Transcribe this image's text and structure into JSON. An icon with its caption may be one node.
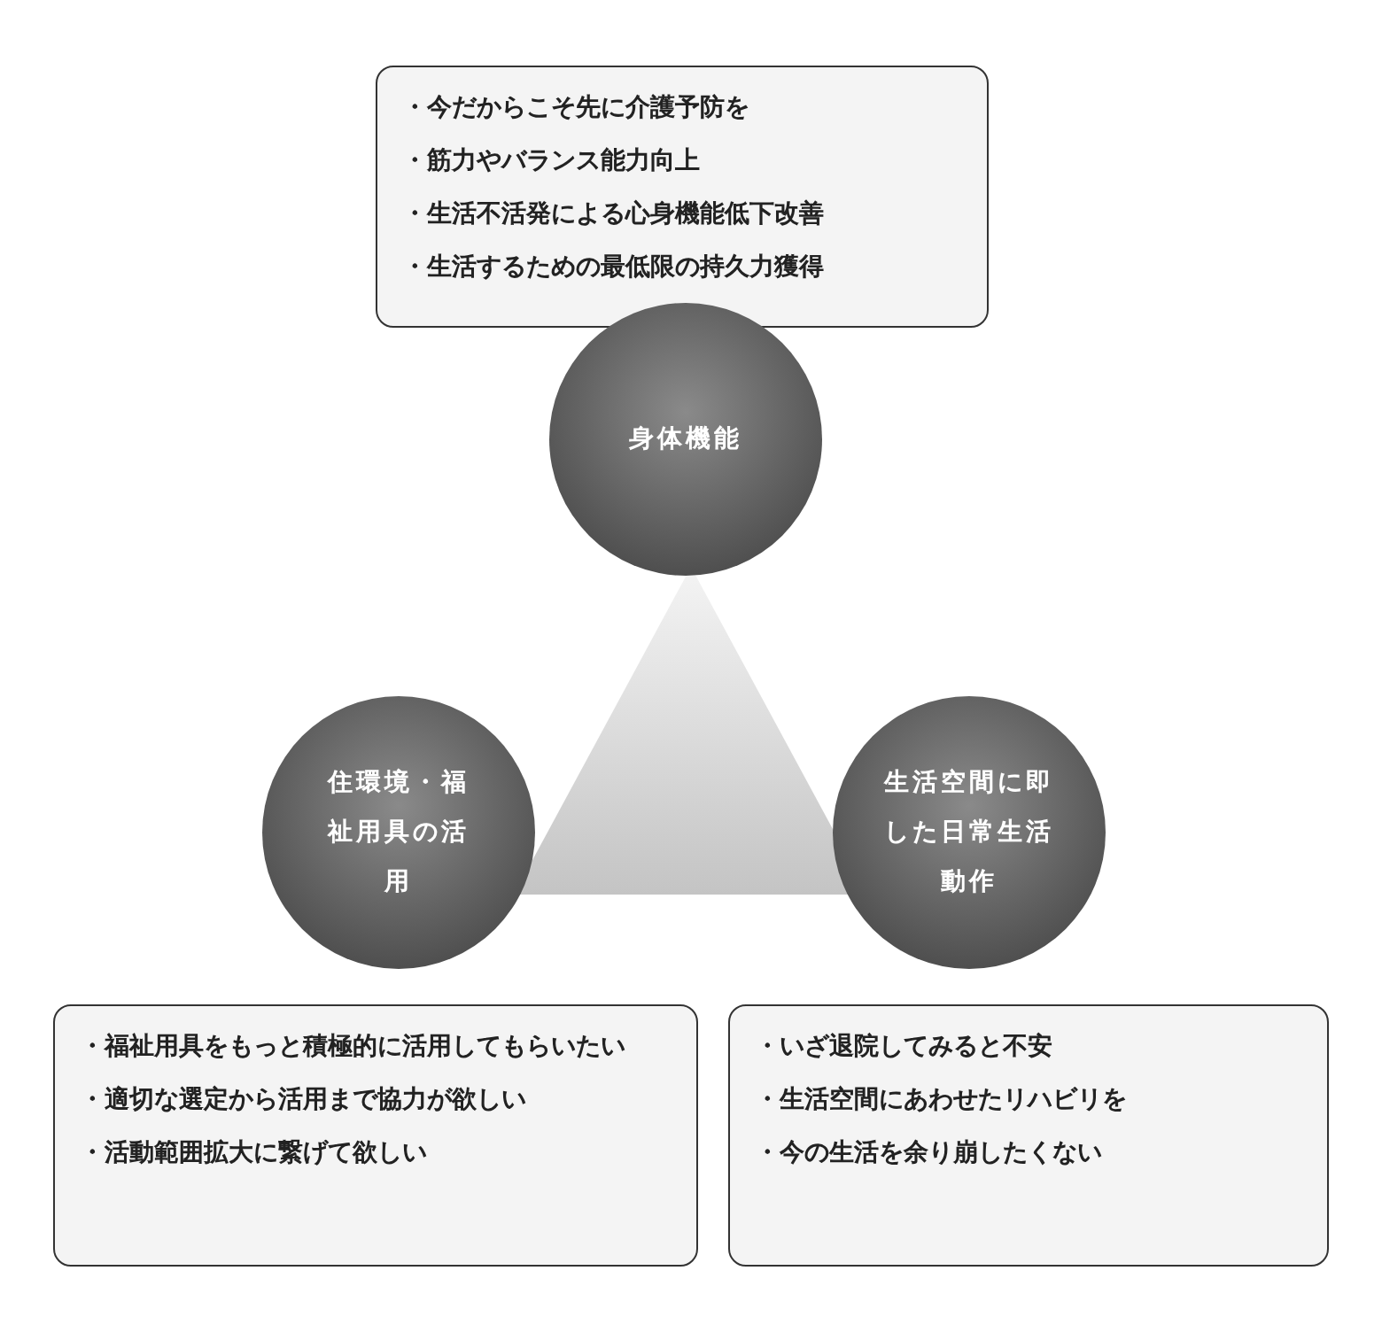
{
  "diagram": {
    "nodes": [
      {
        "text": [
          "・今だからこそ先に介護予防を",
          "・筋力やバランス能力向上",
          "・生活不活発による心身機能低下改善",
          "・生活するための最低限の持久力獲得"
        ]
      },
      {
        "text": [
          "身体機能"
        ]
      },
      {
        "text": [],
        "shape": "triangle"
      },
      {
        "text": [
          "住環境・福祉用具の活用"
        ]
      },
      {
        "text": [
          "生活空間に即した日常生活動作"
        ]
      },
      {
        "text": [
          "・福祉用具をもっと積極的に活用してもらいたい",
          "・適切な選定から活用まで協力が欲しい",
          "・活動範囲拡大に繋げて欲しい"
        ]
      },
      {
        "text": [
          "・いざ退院してみると不安",
          "・生活空間にあわせたリハビリを",
          "・今の生活を余り崩したくない"
        ]
      }
    ],
    "edges": []
  }
}
